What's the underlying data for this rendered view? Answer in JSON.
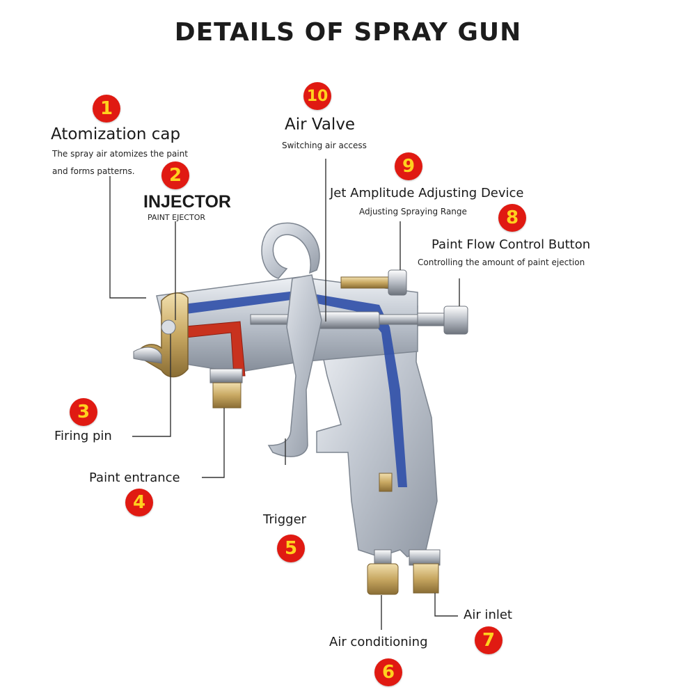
{
  "title": "DETAILS OF SPRAY GUN",
  "callouts": [
    {
      "number": "1",
      "label": "Atomization cap",
      "description_lines": [
        "The spray air atomizes the paint",
        "and forms patterns."
      ]
    },
    {
      "number": "2",
      "label": "INJECTOR",
      "description": "PAINT EJECTOR"
    },
    {
      "number": "3",
      "label": "Firing pin"
    },
    {
      "number": "4",
      "label": "Paint entrance"
    },
    {
      "number": "5",
      "label": "Trigger"
    },
    {
      "number": "6",
      "label": "Air conditioning"
    },
    {
      "number": "7",
      "label": "Air inlet"
    },
    {
      "number": "8",
      "label": "Paint Flow Control Button",
      "description": "Controlling the amount of paint ejection"
    },
    {
      "number": "9",
      "label": "Jet Amplitude Adjusting Device",
      "description": "Adjusting Spraying Range"
    },
    {
      "number": "10",
      "label": "Air Valve",
      "description": "Switching air access"
    }
  ],
  "colors": {
    "badge_fill": "#e01a12",
    "badge_text": "#ffd21f",
    "air_channel": "#2f4fa8",
    "paint_channel": "#c8321e",
    "body_metal": "#c9ced6",
    "brass": "#c8a862"
  }
}
